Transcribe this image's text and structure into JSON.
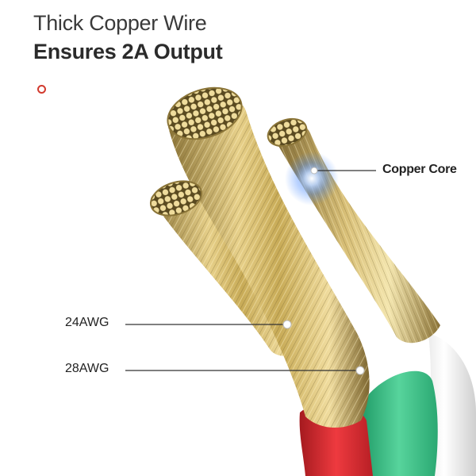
{
  "headline": {
    "line1": "Thick Copper Wire",
    "line2": "Ensures 2A Output"
  },
  "callouts": [
    {
      "id": "copper-core",
      "label": "Copper Core"
    },
    {
      "id": "24awg",
      "label": "24AWG"
    },
    {
      "id": "28awg",
      "label": "28AWG"
    }
  ],
  "colors": {
    "copper_gold": "#c9ad5a",
    "copper_highlight": "#f1e2a6",
    "copper_shadow": "#7a6430",
    "insulation_red": "#d7262c",
    "insulation_green": "#3fc08a",
    "insulation_white": "#f4f4f4",
    "accent_dot": "#d23a2e",
    "spark_blue": "#4b8cff"
  }
}
